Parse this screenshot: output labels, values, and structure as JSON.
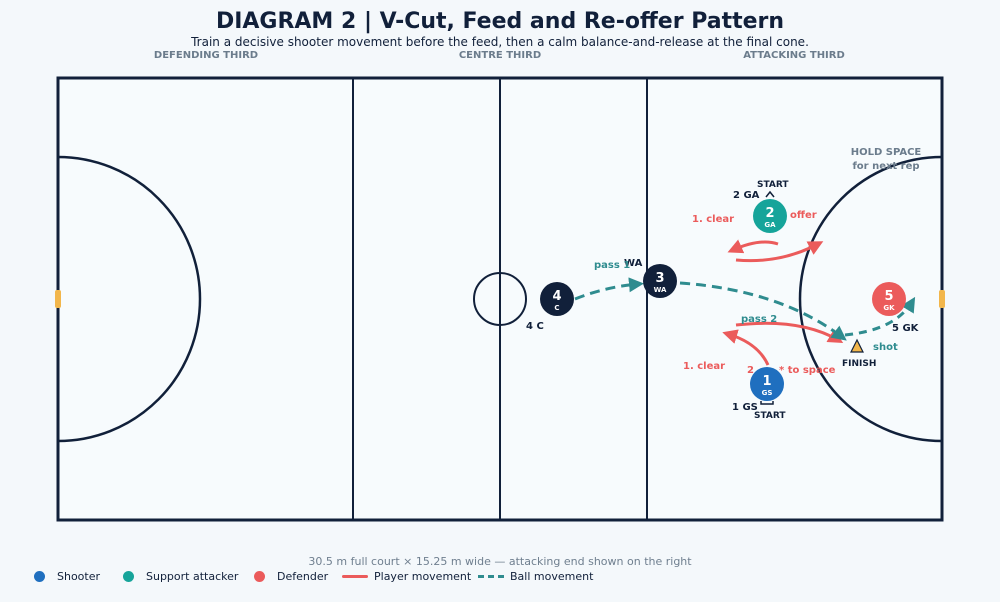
{
  "title": "DIAGRAM 2  |  V-Cut, Feed and Re-offer Pattern",
  "subtitle": "Train a decisive shooter movement before the feed, then a calm balance-and-release at the final cone.",
  "thirds": [
    "DEFENDING THIRD",
    "CENTRE THIRD",
    "ATTACKING THIRD"
  ],
  "colors": {
    "court_line": "#11203a",
    "shooter": "#1f6fbf",
    "support": "#16a49a",
    "defender": "#eb5b5b",
    "ball": "#2f8c8f",
    "cone": "#f2b64b",
    "navy_player": "#11203a"
  },
  "players": {
    "gs": {
      "number": "1",
      "role": "GS",
      "tag": "1 GS",
      "start": "START"
    },
    "ga": {
      "number": "2",
      "role": "GA",
      "tag": "2 GA",
      "start": "START",
      "action": "offer"
    },
    "wa": {
      "number": "3",
      "role": "WA",
      "tag": "WA"
    },
    "c": {
      "number": "4",
      "role": "C",
      "tag": "4 C"
    },
    "gk": {
      "number": "5",
      "role": "GK",
      "tag": "5 GK"
    }
  },
  "annotations": {
    "hold_space_1": "HOLD SPACE",
    "hold_space_2": "for next rep",
    "pass1": "pass 1",
    "pass2": "pass 2",
    "shot": "shot",
    "finish": "FINISH",
    "clear_top": "1. clear",
    "clear_bottom": "1. clear",
    "cut_number": "2",
    "cut_to_space": "* to space"
  },
  "footnote": "30.5 m full court × 15.25 m wide — attacking end shown on the right",
  "legend": [
    {
      "label": "Shooter",
      "kind": "dot",
      "color": "#1f6fbf"
    },
    {
      "label": "Support attacker",
      "kind": "dot",
      "color": "#16a49a"
    },
    {
      "label": "Defender",
      "kind": "dot",
      "color": "#eb5b5b"
    },
    {
      "label": "Player movement",
      "kind": "line",
      "color": "#eb5b5b"
    },
    {
      "label": "Ball movement",
      "kind": "dash",
      "color": "#2f8c8f"
    }
  ]
}
